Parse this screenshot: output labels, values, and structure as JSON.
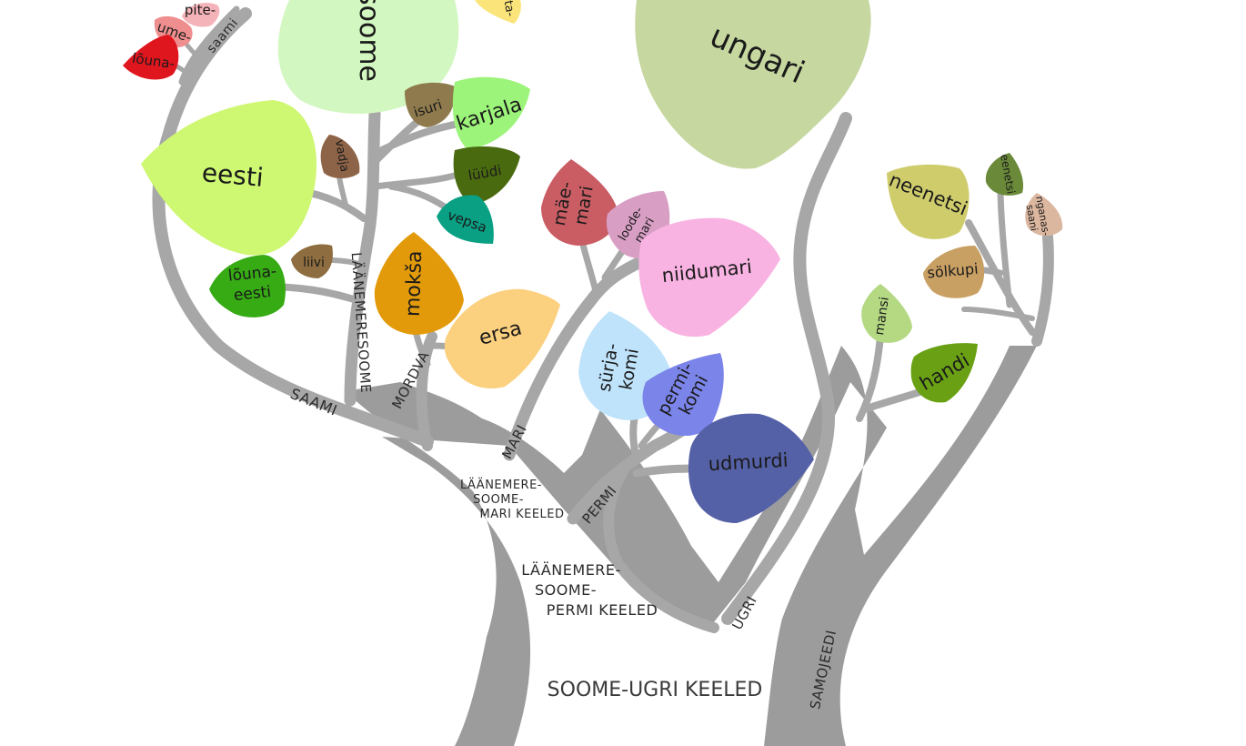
{
  "colors": {
    "branch": "#a7a7a7",
    "trunk": "#9a9a9a",
    "text": "#1a1a1a"
  },
  "groups": {
    "root": "SOOME-UGRI KEELED",
    "finnic_permic": [
      "LÄÄNEMERE-",
      "SOOME-",
      "PERMI KEELED"
    ],
    "finnic_mari": [
      "LÄÄNEMERE-",
      "SOOME-",
      "MARI KEELED"
    ],
    "saami": "SAAMI",
    "finnic": "LÄÄNEMERESOOME",
    "mordva": "MORDVA",
    "mari": "MARI",
    "permi": "PERMI",
    "ugri": "UGRI",
    "samojeedi": "SAMOJEEDI",
    "saami_small": "saami"
  },
  "languages": {
    "pite": "pite-",
    "ume": "ume-",
    "louna_saami": "lõuna-",
    "soome": "soome",
    "ta": "ta-",
    "ungari": "ungari",
    "isuri": "isuri",
    "karjala": "karjala",
    "eesti": "eesti",
    "vadja": "vadja",
    "luudi": "lüüdi",
    "vepsa": "vepsa",
    "liivi": "liivi",
    "louna_eesti": [
      "lõuna-",
      "eesti"
    ],
    "moksa": "mokša",
    "ersa": "ersa",
    "mae_mari": [
      "mäe-",
      "mari"
    ],
    "loode_mari": [
      "loode-",
      "mari"
    ],
    "niidumari": "niidumari",
    "surja_komi": [
      "sürja-",
      "komi"
    ],
    "permi_komi": [
      "permi-",
      "komi"
    ],
    "udmurdi": "udmurdi",
    "neenetsi": "neenetsi",
    "eenetsi": "eenetsi",
    "nganassaani": [
      "nganas-",
      "saani"
    ],
    "solkupi": "sölkupi",
    "mansi": "mansi",
    "handi": "handi"
  }
}
